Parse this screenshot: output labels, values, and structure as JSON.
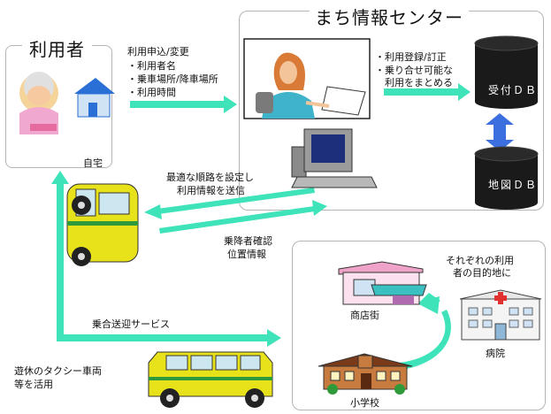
{
  "user": {
    "title": "利用者",
    "home_label": "自宅"
  },
  "center": {
    "title": "まち情報センター"
  },
  "request": {
    "lines": [
      "利用申込/変更",
      "・利用者名",
      "・乗車場所/降車場所",
      "・利用時間"
    ]
  },
  "center_process": {
    "lines": [
      "・利用登録/訂正",
      "・乗り合せ可能な",
      "　利用をまとめる"
    ]
  },
  "databases": {
    "reception": "受付ＤＢ",
    "map": "地図ＤＢ"
  },
  "route": {
    "lines": [
      "最適な順路を設定し",
      "利用情報を送信"
    ]
  },
  "confirm": {
    "lines": [
      "乗降者確認",
      "位置情報"
    ]
  },
  "service": {
    "label": "乗合送迎サービス"
  },
  "taxi_note": {
    "lines": [
      "遊休のタクシー車両",
      "等を活用"
    ]
  },
  "destinations": {
    "heading_lines": [
      "それぞれの利用",
      "者の目的地に"
    ],
    "shop": "商店街",
    "hospital": "病院",
    "school": "小学校"
  },
  "colors": {
    "arrow": "#3ee3b9",
    "db": "#1a1a1a",
    "exchange_arrow": "#3b6fe0",
    "van_body": "#e8e21a"
  }
}
